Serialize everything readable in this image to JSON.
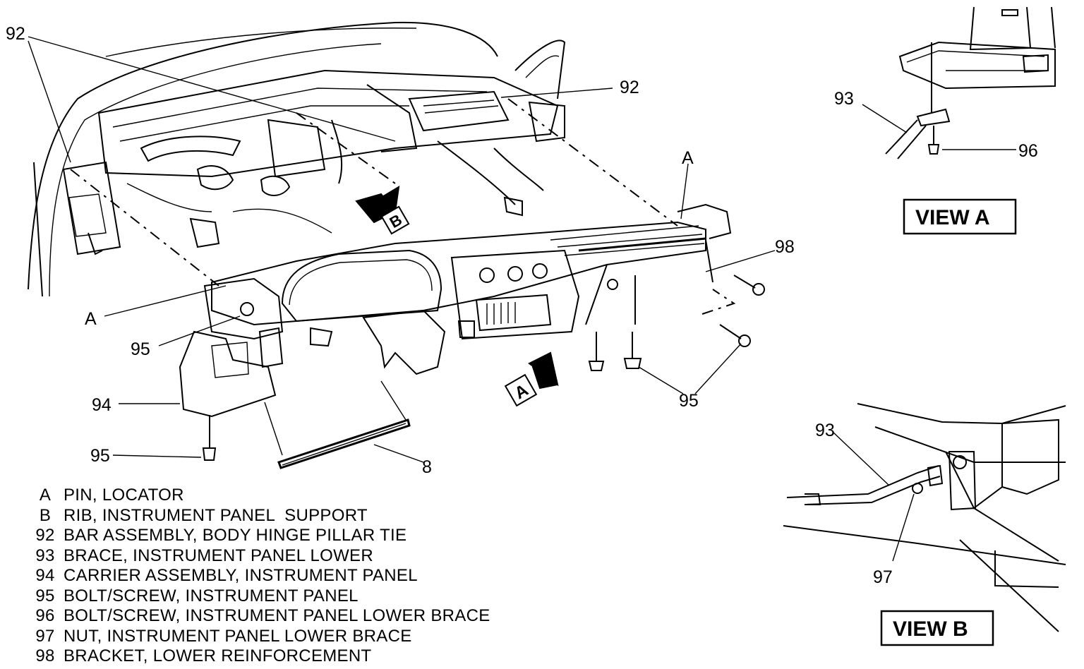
{
  "callouts": {
    "c92_top_left": "92",
    "c92_top_right": "92",
    "cA_right": "A",
    "c98": "98",
    "cA_left": "A",
    "c95_left": "95",
    "c94": "94",
    "c95_bottom": "95",
    "c8": "8",
    "c95_right": "95",
    "arrow_A": "A",
    "arrow_B": "B",
    "c93_viewA": "93",
    "c96_viewA": "96",
    "c93_viewB": "93",
    "c97_viewB": "97"
  },
  "views": {
    "view_a_title": "VIEW A",
    "view_b_title": "VIEW B"
  },
  "legend": [
    {
      "code": "A",
      "text": "PIN, LOCATOR"
    },
    {
      "code": "B",
      "text": "RIB, INSTRUMENT PANEL  SUPPORT"
    },
    {
      "code": "92",
      "text": "BAR ASSEMBLY, BODY HINGE PILLAR TIE"
    },
    {
      "code": "93",
      "text": "BRACE, INSTRUMENT PANEL LOWER"
    },
    {
      "code": "94",
      "text": "CARRIER ASSEMBLY, INSTRUMENT PANEL"
    },
    {
      "code": "95",
      "text": "BOLT/SCREW, INSTRUMENT PANEL"
    },
    {
      "code": "96",
      "text": "BOLT/SCREW, INSTRUMENT PANEL LOWER BRACE"
    },
    {
      "code": "97",
      "text": "NUT, INSTRUMENT PANEL LOWER BRACE"
    },
    {
      "code": "98",
      "text": "BRACKET, LOWER REINFORCEMENT"
    }
  ]
}
